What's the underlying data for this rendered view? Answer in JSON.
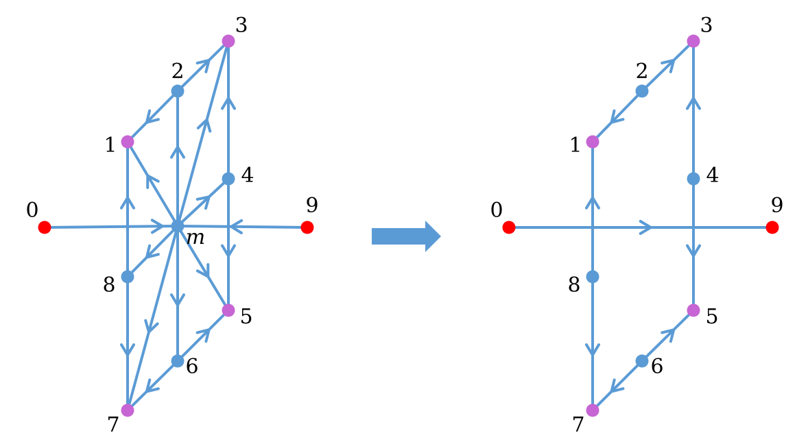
{
  "colors": {
    "edge": "#5b9bd5",
    "node_blue": "#5b9bd5",
    "node_purple": "#c665d3",
    "node_red": "#ff0000",
    "transform_arrow": "#5b9bd5"
  },
  "icons": {
    "transform": "right-arrow-icon"
  },
  "left": {
    "nodes": [
      {
        "id": "0",
        "label": "0",
        "color": "red"
      },
      {
        "id": "1",
        "label": "1",
        "color": "purple"
      },
      {
        "id": "2",
        "label": "2",
        "color": "blue"
      },
      {
        "id": "3",
        "label": "3",
        "color": "purple"
      },
      {
        "id": "4",
        "label": "4",
        "color": "blue"
      },
      {
        "id": "5",
        "label": "5",
        "color": "purple"
      },
      {
        "id": "6",
        "label": "6",
        "color": "blue"
      },
      {
        "id": "7",
        "label": "7",
        "color": "purple"
      },
      {
        "id": "8",
        "label": "8",
        "color": "blue"
      },
      {
        "id": "9",
        "label": "9",
        "color": "red"
      },
      {
        "id": "m",
        "label": "m",
        "color": "blue"
      }
    ],
    "edges": [
      {
        "from": "0",
        "to": "m"
      },
      {
        "from": "9",
        "to": "m"
      },
      {
        "from": "m",
        "to": "1"
      },
      {
        "from": "m",
        "to": "2"
      },
      {
        "from": "m",
        "to": "3"
      },
      {
        "from": "m",
        "to": "4"
      },
      {
        "from": "m",
        "to": "5"
      },
      {
        "from": "m",
        "to": "6"
      },
      {
        "from": "m",
        "to": "7"
      },
      {
        "from": "m",
        "to": "8"
      },
      {
        "from": "2",
        "to": "1"
      },
      {
        "from": "2",
        "to": "3"
      },
      {
        "from": "4",
        "to": "3"
      },
      {
        "from": "4",
        "to": "5"
      },
      {
        "from": "6",
        "to": "5"
      },
      {
        "from": "6",
        "to": "7"
      },
      {
        "from": "8",
        "to": "1"
      },
      {
        "from": "8",
        "to": "7"
      }
    ]
  },
  "right": {
    "nodes": [
      {
        "id": "0",
        "label": "0",
        "color": "red"
      },
      {
        "id": "1",
        "label": "1",
        "color": "purple"
      },
      {
        "id": "2",
        "label": "2",
        "color": "blue"
      },
      {
        "id": "3",
        "label": "3",
        "color": "purple"
      },
      {
        "id": "4",
        "label": "4",
        "color": "blue"
      },
      {
        "id": "5",
        "label": "5",
        "color": "purple"
      },
      {
        "id": "6",
        "label": "6",
        "color": "blue"
      },
      {
        "id": "7",
        "label": "7",
        "color": "purple"
      },
      {
        "id": "8",
        "label": "8",
        "color": "blue"
      },
      {
        "id": "9",
        "label": "9",
        "color": "red"
      }
    ],
    "edges": [
      {
        "from": "0",
        "to": "9"
      },
      {
        "from": "2",
        "to": "1"
      },
      {
        "from": "2",
        "to": "3"
      },
      {
        "from": "4",
        "to": "3"
      },
      {
        "from": "4",
        "to": "5"
      },
      {
        "from": "6",
        "to": "5"
      },
      {
        "from": "6",
        "to": "7"
      },
      {
        "from": "8",
        "to": "1"
      },
      {
        "from": "8",
        "to": "7"
      }
    ]
  }
}
